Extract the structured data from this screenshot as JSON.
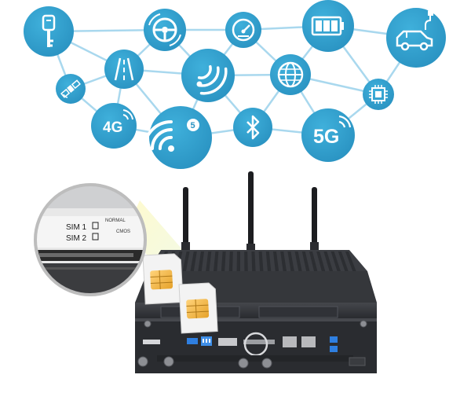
{
  "colors": {
    "node_fill": "#2f9fce",
    "link_stroke": "#a9d8ee",
    "device_body": "#2b2d31",
    "heatsink_fin": "#3a3c41",
    "sim_card": "#f3f3f3",
    "sim_chip": "#f0b43c",
    "port_blue": "#2f7fe0"
  },
  "network": {
    "nodes": [
      {
        "id": "key",
        "icon": "car-key-icon"
      },
      {
        "id": "steering",
        "icon": "steering-wheel-icon"
      },
      {
        "id": "speedometer",
        "icon": "speedometer-icon"
      },
      {
        "id": "battery",
        "icon": "battery-icon"
      },
      {
        "id": "ev-car",
        "icon": "electric-car-plug-icon"
      },
      {
        "id": "satellite",
        "icon": "satellite-icon"
      },
      {
        "id": "road",
        "icon": "road-icon"
      },
      {
        "id": "nfc",
        "icon": "contactless-signal-icon"
      },
      {
        "id": "globe",
        "icon": "globe-icon"
      },
      {
        "id": "chip",
        "icon": "processor-chip-icon"
      },
      {
        "id": "4g",
        "icon": "4g-signal-icon",
        "label": "4G"
      },
      {
        "id": "wifi5",
        "icon": "wifi-5-icon",
        "badge": "5"
      },
      {
        "id": "bluetooth",
        "icon": "bluetooth-icon"
      },
      {
        "id": "5g",
        "icon": "5g-signal-icon",
        "label": "5G"
      }
    ]
  },
  "sim_slot": {
    "sim1_label": "SIM 1",
    "sim2_label": "SIM 2",
    "normal_label": "NORMAL",
    "cmos_label": "CMOS"
  },
  "device": {
    "antennas": 3,
    "sim_cards": 2
  }
}
